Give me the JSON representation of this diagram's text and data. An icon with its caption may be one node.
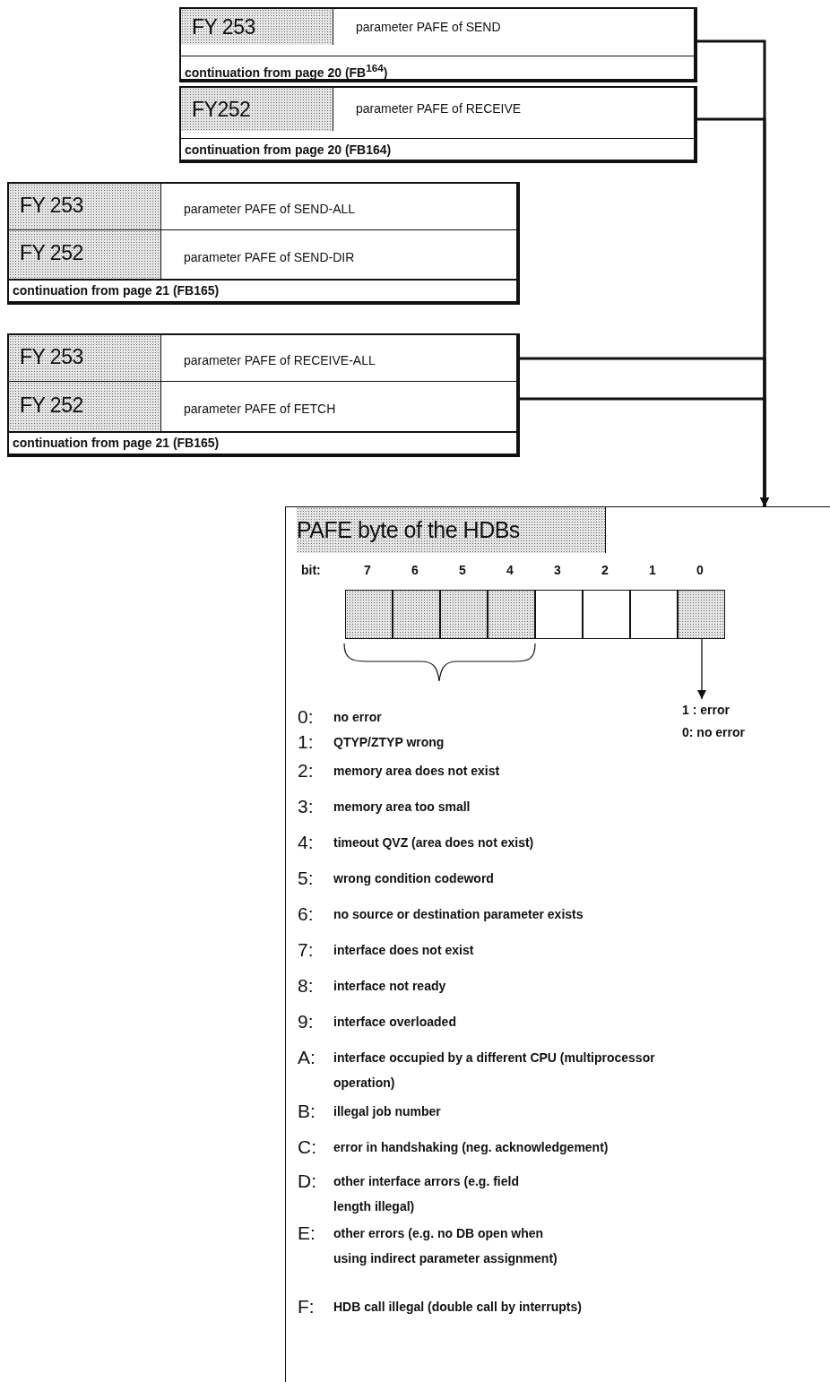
{
  "diagram": {
    "nodes": [
      {
        "text": [
          "FY 253",
          "parameter PAFE of SEND",
          "continuation from page 20 (FB$^{164}$)"
        ]
      },
      {
        "text": [
          "FY252",
          "parameter PAFE of RECEIVE",
          "continuation from page 20 (FB164)"
        ]
      },
      {
        "text": [
          "continuation from page 21 (FB165)"
        ]
      },
      {
        "text": [
          "FY 253",
          "parameter PAFE of SEND-ALL"
        ],
        "in": 2
      },
      {
        "text": [
          "FY 252",
          "parameter PAFE of SEND-DIR"
        ],
        "in": 2
      },
      {
        "text": [
          "continuation from page 21 (FB165)"
        ]
      },
      {
        "text": [
          "FY 253",
          "parameter PAFE of RECEIVE-ALL"
        ],
        "in": 5
      },
      {
        "text": [
          "FY 252",
          "parameter PAFE of FETCH"
        ],
        "in": 5
      },
      {
        "text": [
          "PAFE byte of the HDBs"
        ]
      },
      {
        "text": [],
        "shape": "box",
        "in": 8
      },
      {
        "text": [],
        "shape": "box",
        "in": 8
      },
      {
        "text": [],
        "shape": "box",
        "in": 8
      },
      {
        "text": [],
        "shape": "box",
        "in": 8
      },
      {
        "text": [],
        "shape": "box",
        "in": 8
      },
      {
        "text": [],
        "shape": "box",
        "in": 8
      },
      {
        "text": [],
        "shape": "box",
        "in": 8
      },
      {
        "text": [],
        "shape": "box",
        "in": 8
      },
      {
        "text": [
          "1 : error",
          "0: no error"
        ],
        "in": 8
      }
    ],
    "edges": [
      {
        "from": 0,
        "to": 8,
        "arrow": "to"
      },
      {
        "from": 1,
        "to": 8,
        "arrow": "to"
      },
      {
        "from": 6,
        "to": 8,
        "arrow": "to"
      },
      {
        "from": 7,
        "to": 8,
        "arrow": "to"
      },
      {
        "from": 16,
        "to": 17,
        "arrow": "to"
      }
    ],
    "labels": [
      "bit:",
      "7",
      "6",
      "5",
      "4",
      "3",
      "2",
      "1",
      "0",
      "0:",
      "no error",
      "1:",
      "QTYP/ZTYP wrong",
      "2:",
      "memory area does not exist",
      "3:",
      "memory area too small",
      "4:",
      "timeout QVZ (area does not exist)",
      "5:",
      "wrong condition codeword",
      "6:",
      "no source or destination parameter exists",
      "7:",
      "interface does not exist",
      "8:",
      "interface not ready",
      "9:",
      "interface overloaded",
      "A:",
      "interface occupied by a different CPU (multiprocessor operation)",
      "B:",
      "illegal job number",
      "C:",
      "error in handshaking (neg. acknowledgement)",
      "D:",
      "other interface arrors (e.g. field length illegal)",
      "E:",
      "other errors (e.g. no DB open when using indirect parameter assignment)",
      "F:",
      "HDB call illegal (double call by interrupts)"
    ]
  }
}
